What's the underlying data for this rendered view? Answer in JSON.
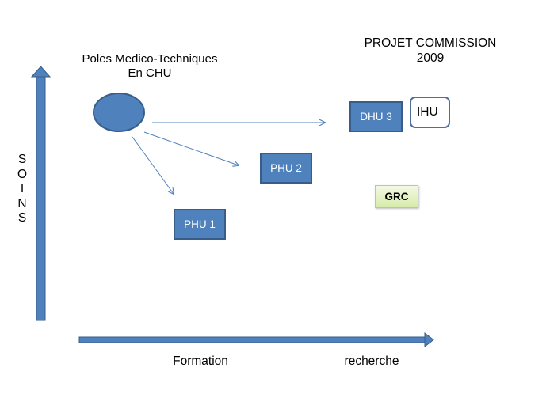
{
  "titles": {
    "poles_line1": "Poles Medico-Techniques",
    "poles_line2": "En CHU",
    "projet_line1": "PROJET COMMISSION",
    "projet_line2": "2009"
  },
  "y_axis": {
    "letters": [
      "S",
      "O",
      "I",
      "N",
      "S"
    ]
  },
  "x_axis": {
    "label_left": "Formation",
    "label_right": "recherche"
  },
  "nodes": {
    "phu1": "PHU 1",
    "phu2": "PHU 2",
    "dhu3": "DHU 3",
    "ihu": "IHU",
    "grc": "GRC"
  },
  "colors": {
    "axis_blue": "#4f81bd",
    "box_blue": "#4f81bd",
    "grc_green": "#d6eba9"
  }
}
